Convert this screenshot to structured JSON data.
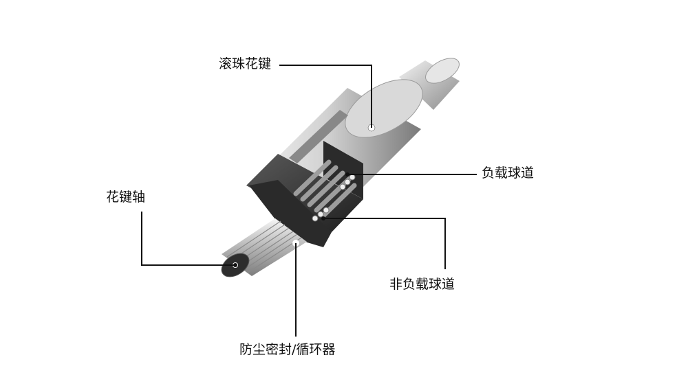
{
  "labels": {
    "ball_spline": "滚珠花键",
    "spline_shaft": "花键轴",
    "load_groove": "负载球道",
    "nonload_groove": "非负载球道",
    "seal_retainer": "防尘密封/循环器"
  },
  "colors": {
    "background": "#ffffff",
    "line": "#111111",
    "body_dark": "#3a3a3a",
    "body_light": "#d8d8d8",
    "shaft": "#c4c4c4"
  }
}
